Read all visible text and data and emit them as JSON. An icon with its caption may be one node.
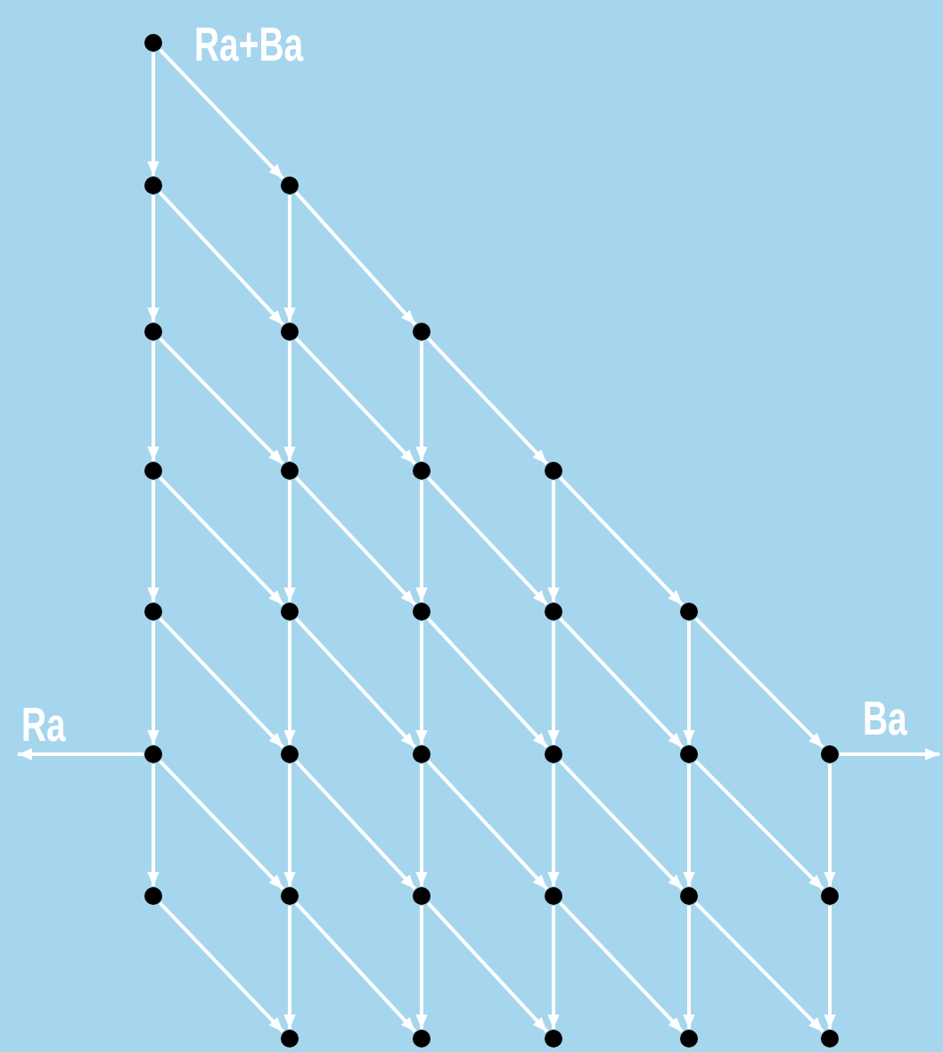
{
  "diagram": {
    "nodes": [
      {
        "text": [],
        "shape": "circle",
        "beside": [
          "Ra+Ba"
        ]
      },
      {
        "text": [],
        "shape": "circle"
      },
      {
        "text": [],
        "shape": "circle"
      },
      {
        "text": [],
        "shape": "circle"
      },
      {
        "text": [],
        "shape": "circle"
      },
      {
        "text": [],
        "shape": "circle"
      },
      {
        "text": [],
        "shape": "circle"
      },
      {
        "text": [],
        "shape": "circle"
      },
      {
        "text": [],
        "shape": "circle"
      },
      {
        "text": [],
        "shape": "circle"
      },
      {
        "text": [],
        "shape": "circle"
      },
      {
        "text": [],
        "shape": "circle"
      },
      {
        "text": [],
        "shape": "circle"
      },
      {
        "text": [],
        "shape": "circle"
      },
      {
        "text": [],
        "shape": "circle"
      },
      {
        "text": [],
        "shape": "circle"
      },
      {
        "text": [],
        "shape": "circle"
      },
      {
        "text": [],
        "shape": "circle"
      },
      {
        "text": [],
        "shape": "circle"
      },
      {
        "text": [],
        "shape": "circle"
      },
      {
        "text": [],
        "shape": "circle"
      },
      {
        "text": [],
        "shape": "circle"
      },
      {
        "text": [],
        "shape": "circle"
      },
      {
        "text": [],
        "shape": "circle"
      },
      {
        "text": [],
        "shape": "circle"
      },
      {
        "text": [],
        "shape": "circle"
      },
      {
        "text": [],
        "shape": "circle"
      },
      {
        "text": [],
        "shape": "circle"
      },
      {
        "text": [],
        "shape": "circle"
      },
      {
        "text": [],
        "shape": "circle"
      },
      {
        "text": [],
        "shape": "circle"
      },
      {
        "text": [],
        "shape": "circle"
      }
    ],
    "edges": [
      {
        "from": 0,
        "to": 1,
        "arrow": "to"
      },
      {
        "from": 0,
        "to": 2,
        "arrow": "to"
      },
      {
        "from": 1,
        "to": 3,
        "arrow": "to"
      },
      {
        "from": 1,
        "to": 4,
        "arrow": "to"
      },
      {
        "from": 2,
        "to": 4,
        "arrow": "to"
      },
      {
        "from": 2,
        "to": 5,
        "arrow": "to"
      },
      {
        "from": 3,
        "to": 6,
        "arrow": "to"
      },
      {
        "from": 3,
        "to": 7,
        "arrow": "to"
      },
      {
        "from": 4,
        "to": 7,
        "arrow": "to"
      },
      {
        "from": 4,
        "to": 8,
        "arrow": "to"
      },
      {
        "from": 5,
        "to": 8,
        "arrow": "to"
      },
      {
        "from": 5,
        "to": 9,
        "arrow": "to"
      },
      {
        "from": 6,
        "to": 10,
        "arrow": "to"
      },
      {
        "from": 6,
        "to": 11,
        "arrow": "to"
      },
      {
        "from": 7,
        "to": 11,
        "arrow": "to"
      },
      {
        "from": 7,
        "to": 12,
        "arrow": "to"
      },
      {
        "from": 8,
        "to": 12,
        "arrow": "to"
      },
      {
        "from": 8,
        "to": 13,
        "arrow": "to"
      },
      {
        "from": 9,
        "to": 13,
        "arrow": "to"
      },
      {
        "from": 9,
        "to": 14,
        "arrow": "to"
      },
      {
        "from": 10,
        "to": 15,
        "arrow": "to"
      },
      {
        "from": 10,
        "to": 16,
        "arrow": "to"
      },
      {
        "from": 11,
        "to": 16,
        "arrow": "to"
      },
      {
        "from": 11,
        "to": 17,
        "arrow": "to"
      },
      {
        "from": 12,
        "to": 17,
        "arrow": "to"
      },
      {
        "from": 12,
        "to": 18,
        "arrow": "to"
      },
      {
        "from": 13,
        "to": 18,
        "arrow": "to"
      },
      {
        "from": 13,
        "to": 19,
        "arrow": "to"
      },
      {
        "from": 14,
        "to": 19,
        "arrow": "to"
      },
      {
        "from": 14,
        "to": 20,
        "arrow": "to"
      },
      {
        "from": 15,
        "to": 21,
        "arrow": "to"
      },
      {
        "from": 15,
        "to": 22,
        "arrow": "to"
      },
      {
        "from": 16,
        "to": 22,
        "arrow": "to"
      },
      {
        "from": 16,
        "to": 23,
        "arrow": "to"
      },
      {
        "from": 17,
        "to": 23,
        "arrow": "to"
      },
      {
        "from": 17,
        "to": 24,
        "arrow": "to"
      },
      {
        "from": 18,
        "to": 24,
        "arrow": "to"
      },
      {
        "from": 18,
        "to": 25,
        "arrow": "to"
      },
      {
        "from": 19,
        "to": 25,
        "arrow": "to"
      },
      {
        "from": 19,
        "to": 26,
        "arrow": "to"
      },
      {
        "from": 20,
        "to": 26,
        "arrow": "to"
      },
      {
        "from": 21,
        "to": 27,
        "arrow": "to"
      },
      {
        "from": 22,
        "to": 27,
        "arrow": "to"
      },
      {
        "from": 22,
        "to": 28,
        "arrow": "to"
      },
      {
        "from": 23,
        "to": 28,
        "arrow": "to"
      },
      {
        "from": 23,
        "to": 29,
        "arrow": "to"
      },
      {
        "from": 24,
        "to": 29,
        "arrow": "to"
      },
      {
        "from": 24,
        "to": 30,
        "arrow": "to"
      },
      {
        "from": 25,
        "to": 30,
        "arrow": "to"
      },
      {
        "from": 25,
        "to": 31,
        "arrow": "to"
      },
      {
        "from": 26,
        "to": 31,
        "arrow": "to"
      },
      {
        "from": 15,
        "to": null,
        "arrow": "to",
        "label": "Ra"
      },
      {
        "from": 20,
        "to": null,
        "arrow": "to",
        "label": "Ba"
      }
    ]
  }
}
